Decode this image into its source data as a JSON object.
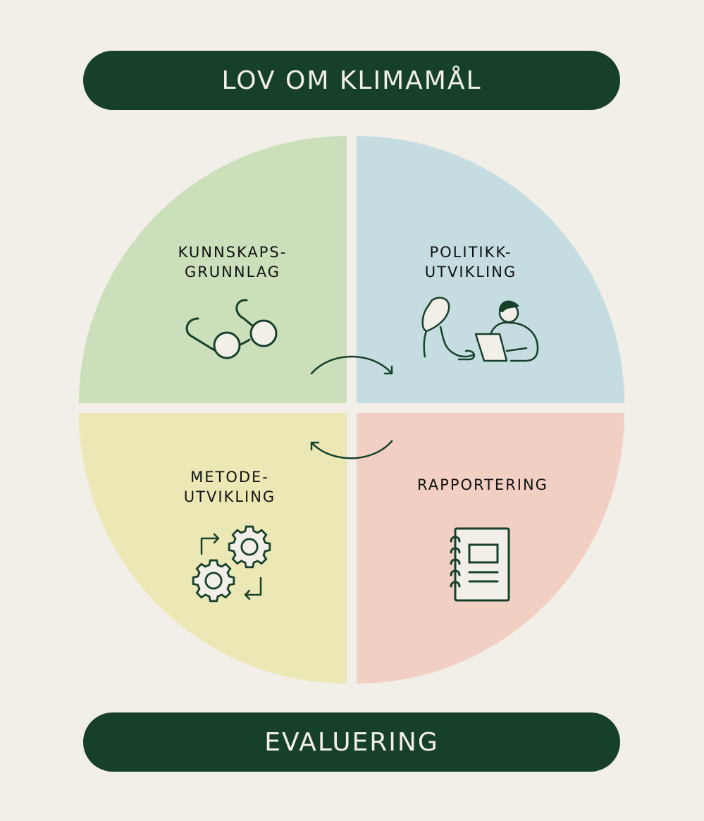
{
  "header": {
    "title": "LOV OM KLIMAMÅL"
  },
  "footer": {
    "title": "EVALUERING"
  },
  "quadrants": [
    {
      "id": "kunnskapsgrunnlag",
      "label_line1": "KUNNSKAPS-",
      "label_line2": "GRUNNLAG",
      "icon": "glasses-icon",
      "color": "#cbdfba"
    },
    {
      "id": "politikkutvikling",
      "label_line1": "POLITIKK-",
      "label_line2": "UTVIKLING",
      "icon": "people-laptop-icon",
      "color": "#c5dde0"
    },
    {
      "id": "metodeutvikling",
      "label_line1": "METODE-",
      "label_line2": "UTVIKLING",
      "icon": "gears-cycle-icon",
      "color": "#ebe8b6"
    },
    {
      "id": "rapportering",
      "label_line1": "RAPPORTERING",
      "label_line2": "",
      "icon": "notebook-icon",
      "color": "#f1d0c3"
    }
  ],
  "colors": {
    "background": "#f2efe9",
    "dark_green": "#17402a",
    "icon_fill": "#f2efe9"
  }
}
